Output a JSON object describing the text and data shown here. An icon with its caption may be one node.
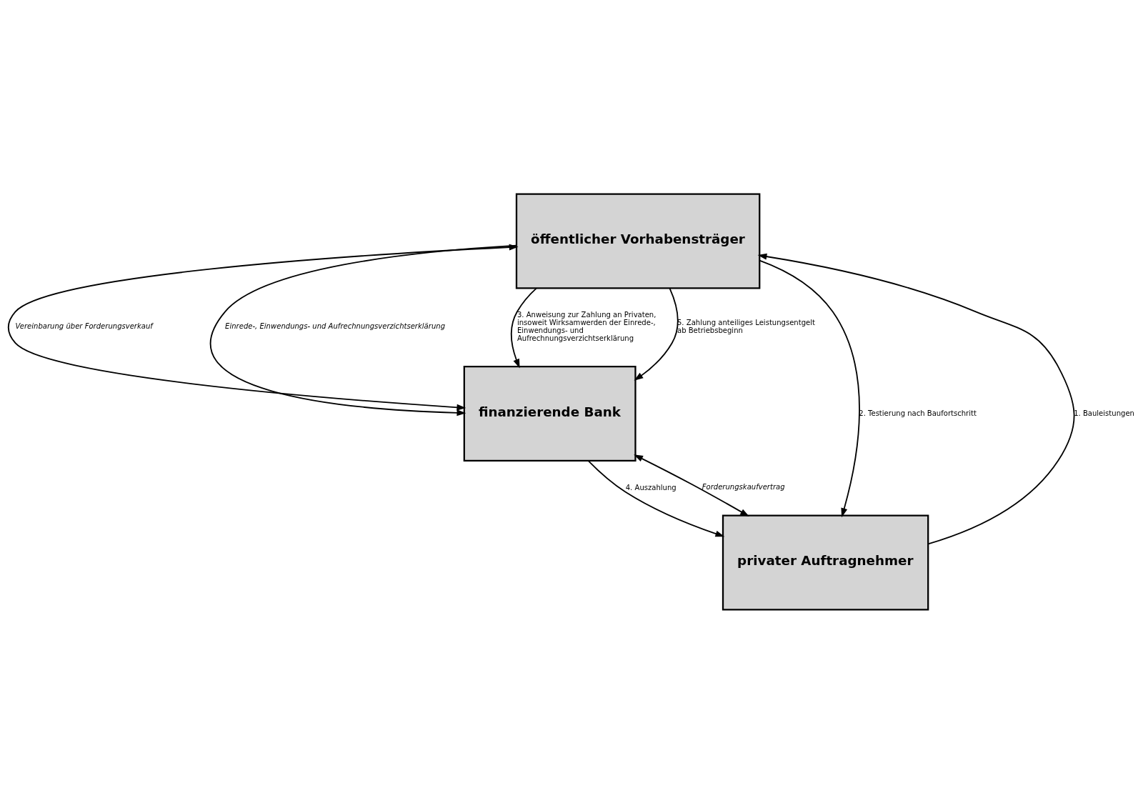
{
  "diagram": {
    "nodes": [
      {
        "text": [
          "öffentlicher Vorhabensträger"
        ]
      },
      {
        "text": [
          "finanzierende Bank"
        ]
      },
      {
        "text": [
          "privater Auftragnehmer"
        ]
      }
    ],
    "edges": [
      {
        "from": 0,
        "to": 1,
        "arrow": "both",
        "label": "Vereinbarung über Forderungsverkauf"
      },
      {
        "from": 0,
        "to": 1,
        "arrow": "to",
        "label": "Einrede-, Einwendungs- und Aufrechnungsverzichtserklärung"
      },
      {
        "from": 0,
        "to": 1,
        "arrow": "to",
        "label": "3. Anweisung zur Zahlung an Privaten, insoweit Wirksamwerden der Einrede-, Einwendungs- und Aufrechnungsverzichtserklärung"
      },
      {
        "from": 0,
        "to": 1,
        "arrow": "to",
        "label": "5. Zahlung anteiliges Leistungsentgelt ab Betriebsbeginn"
      },
      {
        "from": 2,
        "to": 0,
        "arrow": "to",
        "label": "1. Bauleistungen"
      },
      {
        "from": 0,
        "to": 2,
        "arrow": "to",
        "label": "2. Testierung nach Baufortschritt"
      },
      {
        "from": 1,
        "to": 2,
        "arrow": "to",
        "label": "4. Auszahlung"
      },
      {
        "from": 2,
        "to": 1,
        "arrow": "both",
        "label": "Forderungskaufvertrag"
      }
    ]
  }
}
